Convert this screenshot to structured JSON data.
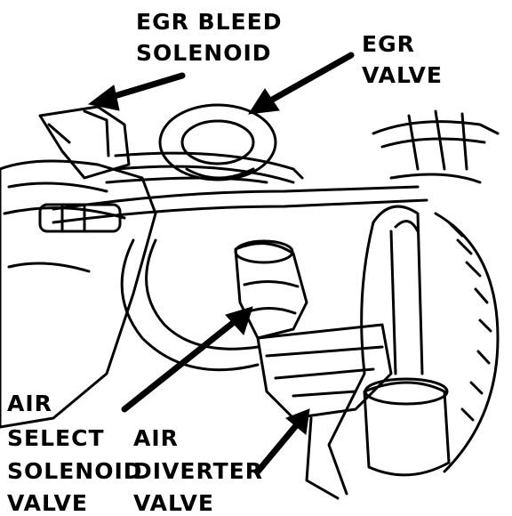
{
  "labels": {
    "egr_bleed_solenoid": [
      "EGR BLEED",
      "SOLENOID"
    ],
    "egr_valve": [
      "EGR",
      "VALVE"
    ],
    "air_select_solenoid_valve": [
      "AIR",
      "SELECT",
      "SOLENOID",
      "VALVE"
    ],
    "air_diverter_valve": [
      "AIR",
      "DIVERTER",
      "VALVE"
    ]
  },
  "colors": {
    "ink": "#000000",
    "paper": "#ffffff"
  }
}
